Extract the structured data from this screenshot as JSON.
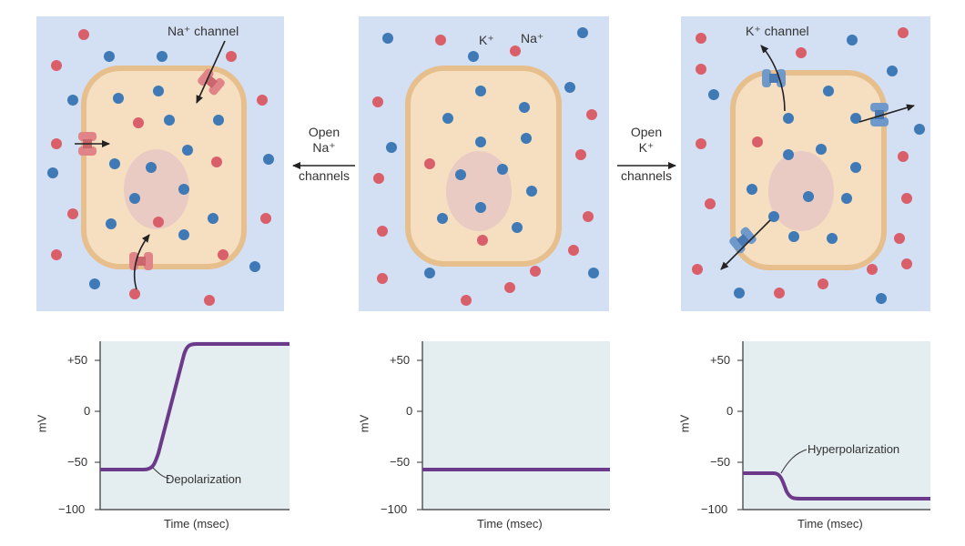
{
  "colors": {
    "panel_bg": "#d3dff3",
    "cell_fill": "#f5dfc0",
    "cell_border": "#e7bf8d",
    "nucleus": "#e9cbc4",
    "na_ion": "#d9606a",
    "k_ion": "#3f79b6",
    "na_channel": "#e08488",
    "k_channel": "#6f98cb",
    "trace": "#6b3a8a",
    "graph_bg": "#e4edf0"
  },
  "ions": {
    "k_label": "K⁺",
    "na_label": "Na⁺"
  },
  "panels": {
    "left": {
      "channel_label": "Na⁺ channel"
    },
    "right": {
      "channel_label": "K⁺ channel"
    }
  },
  "arrows": {
    "left": {
      "line1": "Open",
      "line2": "Na⁺",
      "line3": "channels"
    },
    "right": {
      "line1": "Open",
      "line2": "K⁺",
      "line3": "channels"
    }
  },
  "graphs": [
    {
      "id": "depolarization",
      "ylabel": "mV",
      "xlabel": "Time (msec)",
      "annotation": "Depolarization",
      "yticks": [
        "+50",
        "0",
        "−50",
        "−100"
      ]
    },
    {
      "id": "resting",
      "ylabel": "mV",
      "xlabel": "Time (msec)",
      "annotation": "",
      "yticks": [
        "+50",
        "0",
        "−50",
        "−100"
      ]
    },
    {
      "id": "hyperpolarization",
      "ylabel": "mV",
      "xlabel": "Time (msec)",
      "annotation": "Hyperpolarization",
      "yticks": [
        "+50",
        "0",
        "−50",
        "−100"
      ]
    }
  ]
}
